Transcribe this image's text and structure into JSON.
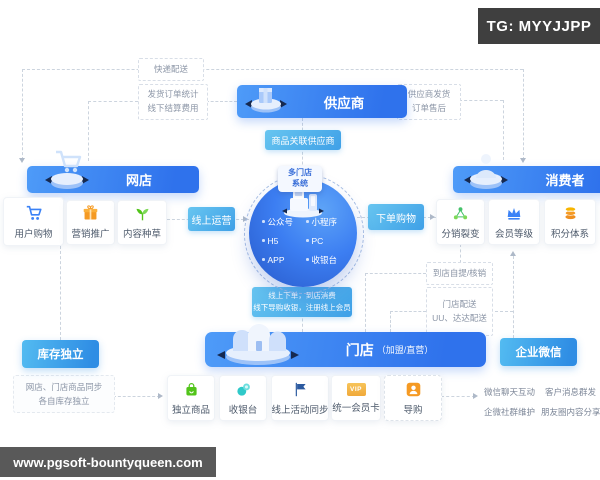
{
  "overlay": {
    "tg_badge": "TG: MYYJJPP",
    "watermark": "www.pgsoft-bountyqueen.com"
  },
  "colors": {
    "banner_blue": "#3a82f4",
    "button_sky": "#3a9fe8",
    "cyan_label": "#56bdee",
    "accent_orange": "#f59a23",
    "accent_green": "#52c41a",
    "accent_teal": "#2fc9c9",
    "badge_gray": "#3f3f3f"
  },
  "diagram": {
    "banners": {
      "supplier": "供应商",
      "online_store": "网店",
      "consumer": "消费者",
      "store": "门店",
      "store_sub": "（加盟/直营）",
      "inventory": "库存独立",
      "wecom": "企业微信"
    },
    "center": {
      "title_line1": "多门店",
      "title_line2": "系统",
      "items_left": [
        "公众号",
        "H5",
        "APP"
      ],
      "items_right": [
        "小程序",
        "PC",
        "收银台"
      ]
    },
    "labels": {
      "express": "快递配送",
      "ship_stats_1": "发货订单统计",
      "ship_stats_2": "线下结算费用",
      "supplier_ship_1": "供应商发货",
      "supplier_ship_2": "订单售后",
      "product_link": "商品关联供应商",
      "online_ops": "线上运营",
      "order_shopping": "下单购物",
      "o2o_1": "线上下单，到店消费",
      "o2o_2": "线下导购收银，注册线上会员",
      "pickup": "到店自提/核销",
      "store_delivery": "门店配送",
      "uu_dada": "UU、达达配送",
      "inv_sync_1": "网店、门店商品同步",
      "inv_sync_2": "各自库存独立"
    },
    "online_store_cards": [
      {
        "label": "用户购物",
        "icon": "cart-icon"
      },
      {
        "label": "营销推广",
        "icon": "gift-icon"
      },
      {
        "label": "内容种草",
        "icon": "sprout-icon"
      }
    ],
    "consumer_cards": [
      {
        "label": "分销裂变",
        "icon": "network-icon"
      },
      {
        "label": "会员等级",
        "icon": "crown-icon"
      },
      {
        "label": "积分体系",
        "icon": "coins-icon"
      }
    ],
    "store_cards": [
      {
        "label": "独立商品",
        "icon": "bag-icon"
      },
      {
        "label": "收银台",
        "icon": "cashier-coin-icon"
      },
      {
        "label": "线上活动同步",
        "icon": "flag-icon"
      },
      {
        "label": "统一会员卡",
        "icon": "vip-card-icon",
        "icon_text": "VIP"
      },
      {
        "label": "导购",
        "icon": "guide-icon"
      }
    ],
    "wecom_items": [
      "微信聊天互动",
      "客户消息群发",
      "企微社群维护",
      "朋友圈内容分享"
    ]
  }
}
